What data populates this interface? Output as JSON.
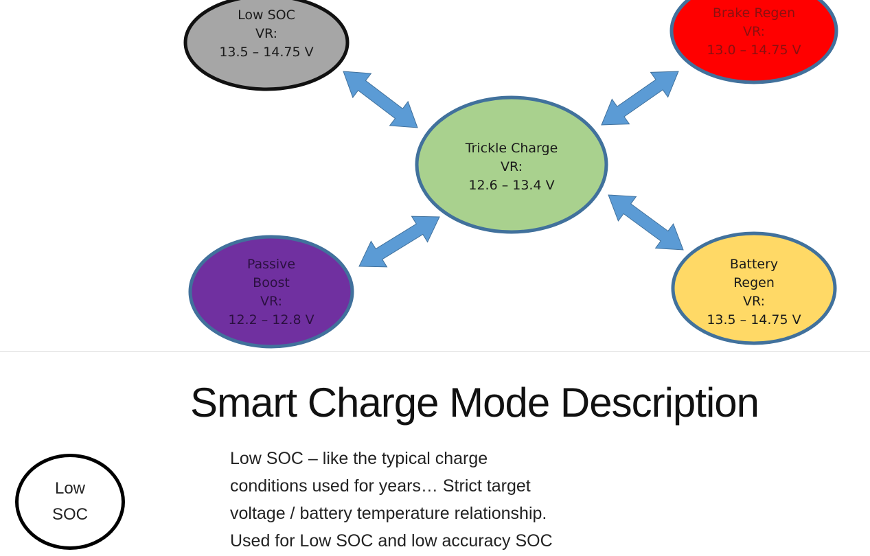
{
  "colors": {
    "arrow": "#5b9bd5",
    "arrow_stroke": "#41719c",
    "node_border": "#41719c"
  },
  "nodes": [
    {
      "id": "low-soc",
      "lines": [
        "Low SOC",
        "VR:",
        "13.5 – 14.75 V"
      ],
      "fill": "#a6a6a6",
      "text_color": "#1a1a1a"
    },
    {
      "id": "brake-regen",
      "lines": [
        "Brake Regen",
        "VR:",
        "13.0 – 14.75 V"
      ],
      "fill": "#ff0000",
      "text_color": "#8b1010"
    },
    {
      "id": "trickle-charge",
      "lines": [
        "Trickle Charge",
        "VR:",
        "12.6 – 13.4 V"
      ],
      "fill": "#a9d18e",
      "text_color": "#1a1a1a"
    },
    {
      "id": "passive-boost",
      "lines": [
        "Passive",
        "Boost",
        "VR:",
        "12.2 – 12.8 V"
      ],
      "fill": "#7030a0",
      "text_color": "#2b1040"
    },
    {
      "id": "battery-regen",
      "lines": [
        "Battery",
        "Regen",
        "VR:",
        "13.5 – 14.75 V"
      ],
      "fill": "#ffd966",
      "text_color": "#1a1a1a"
    }
  ],
  "section": {
    "title": "Smart Charge Mode Description",
    "legend": {
      "lines": [
        "Low",
        "SOC"
      ]
    },
    "description_lines": [
      "Low SOC – like the typical charge",
      "conditions used for years… Strict target",
      "voltage / battery temperature relationship.",
      "Used for Low SOC and low accuracy SOC"
    ]
  }
}
